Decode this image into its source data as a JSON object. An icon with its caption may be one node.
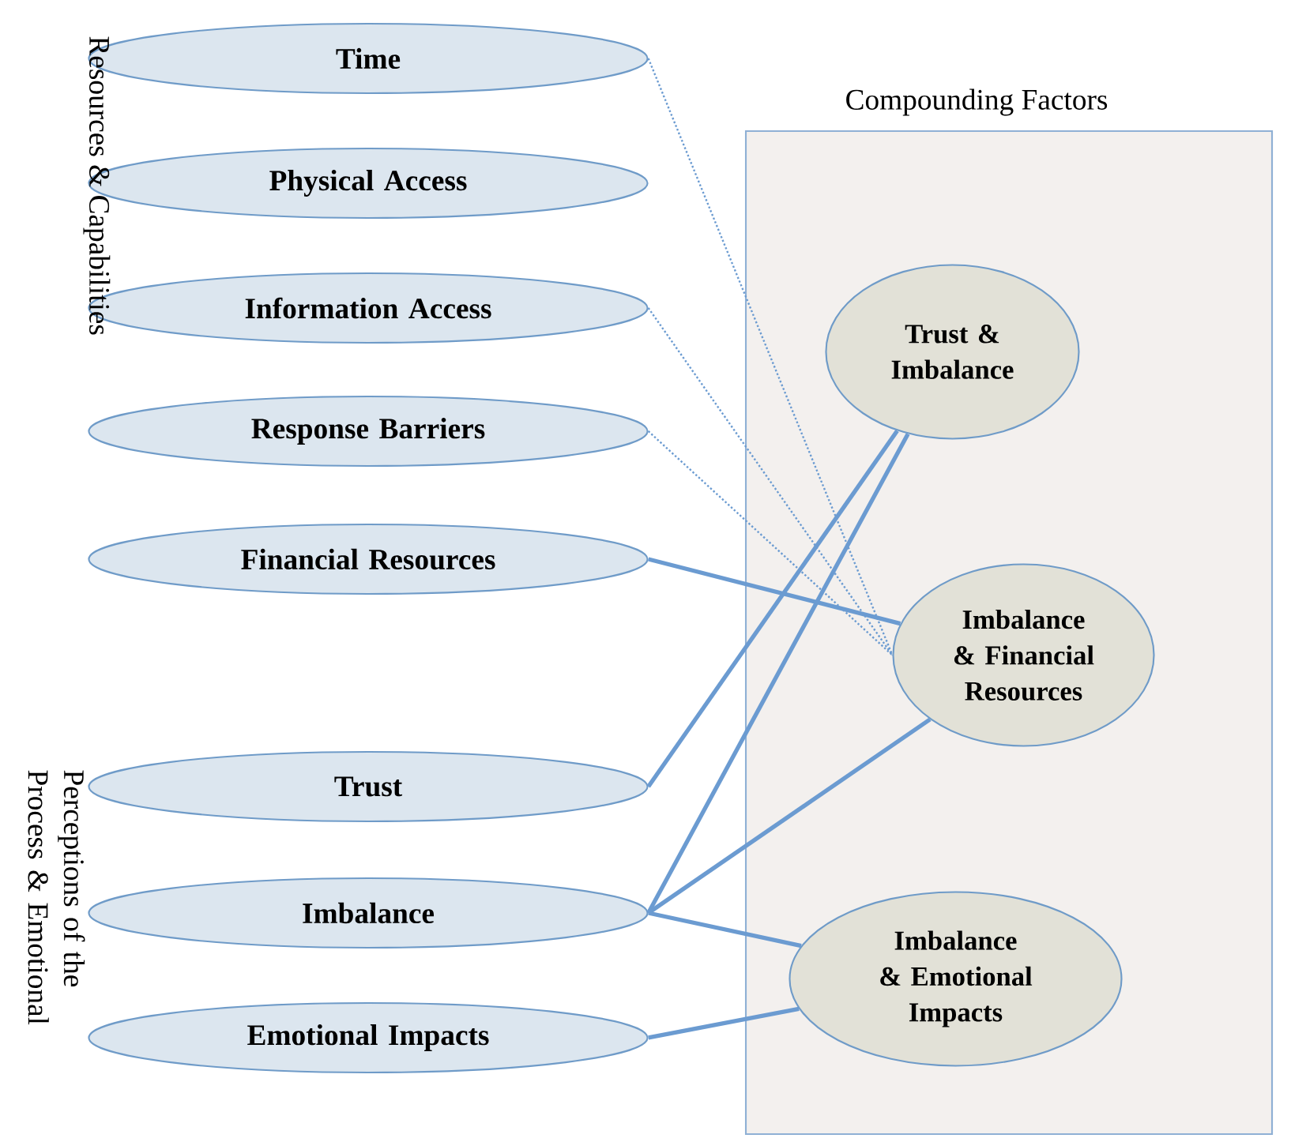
{
  "diagram": {
    "nodes": [
      {
        "text": [
          "Compounding Factors"
        ]
      },
      {
        "text": [
          "Time"
        ]
      },
      {
        "text": [
          "Physical Access"
        ]
      },
      {
        "text": [
          "Information Access"
        ]
      },
      {
        "text": [
          "Response Barriers"
        ]
      },
      {
        "text": [
          "Financial Resources"
        ]
      },
      {
        "text": [
          "Trust"
        ]
      },
      {
        "text": [
          "Imbalance"
        ]
      },
      {
        "text": [
          "Emotional Impacts"
        ]
      },
      {
        "text": [
          "Trust & Imbalance"
        ],
        "in": 0
      },
      {
        "text": [
          "Imbalance & Financial Resources"
        ],
        "in": 0
      },
      {
        "text": [
          "Imbalance & Emotional Impacts"
        ],
        "in": 0
      }
    ],
    "edges": [
      {
        "from": 1,
        "to": 10,
        "arrow": "none",
        "style": "dashed"
      },
      {
        "from": 3,
        "to": 10,
        "arrow": "none",
        "style": "dashed"
      },
      {
        "from": 4,
        "to": 10,
        "arrow": "none",
        "style": "dashed"
      },
      {
        "from": 5,
        "to": 10,
        "arrow": "none"
      },
      {
        "from": 6,
        "to": 9,
        "arrow": "none"
      },
      {
        "from": 7,
        "to": 9,
        "arrow": "none"
      },
      {
        "from": 7,
        "to": 10,
        "arrow": "none"
      },
      {
        "from": 7,
        "to": 11,
        "arrow": "none"
      },
      {
        "from": 8,
        "to": 11,
        "arrow": "none"
      }
    ],
    "labels": [
      "Resources & Capabilities",
      "Perceptions of the Process & Emotional"
    ]
  }
}
